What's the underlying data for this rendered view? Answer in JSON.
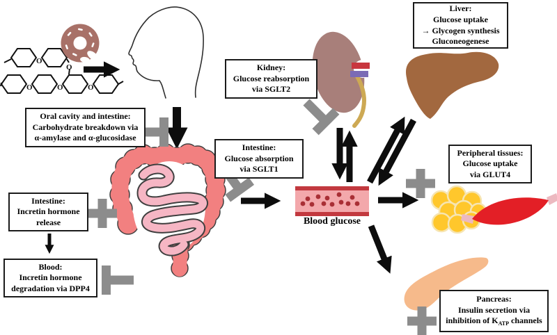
{
  "figure_type": "glucose-metabolism-drug-target-diagram",
  "boxes": {
    "oral": {
      "line1": "Oral cavity and intestine:",
      "line2": "Carbohydrate breakdown via",
      "line3": "α-amylase and α-glucosidase"
    },
    "sglt2": {
      "line1": "Kidney:",
      "line2": "Glucose reabsorption",
      "line3": "via SGLT2"
    },
    "sglt1": {
      "line1": "Intestine:",
      "line2": "Glucose absorption",
      "line3": "via SGLT1"
    },
    "liver": {
      "line1": "Liver:",
      "line2": "Glucose uptake",
      "line3": "→ Glycogen synthesis",
      "line4": "Gluconeogenese"
    },
    "incretin": {
      "line1": "Intestine:",
      "line2": "Incretin hormone",
      "line3": "release"
    },
    "dpp4": {
      "line1": "Blood:",
      "line2": "Incretin hormone",
      "line3": "degradation via DPP4"
    },
    "peripheral": {
      "line1": "Peripheral tissues:",
      "line2": "Glucose uptake",
      "line3": "via GLUT4"
    },
    "pancreas": {
      "line1": "Pancreas:",
      "line2": "Insulin secretion via",
      "line3_pre": "inhibition of K",
      "line3_sub": "ATP",
      "line3_post": " channels"
    }
  },
  "labels": {
    "blood_glucose": "Blood glucose",
    "oxygen_atom": "O"
  },
  "icons": {
    "donut-icon": "bitten donut (ingested carbohydrate)",
    "chemical-structure-icon": "polysaccharide hexagon chain",
    "head-icon": "human head profile outline",
    "intestine-icon": "colon with coiled small intestine",
    "kidney-icon": "kidney with renal vessels and ureter",
    "liver-icon": "liver silhouette",
    "blood-vessel-icon": "vessel with circulating glucose dots",
    "fat-cells-icon": "adipocyte cluster",
    "muscle-icon": "skeletal muscle spindle",
    "pancreas-icon": "pancreas silhouette",
    "inhibition-t-icon": "gray blunt T bar = drug inhibition",
    "stimulation-plus-icon": "gray plus = drug stimulation",
    "arrow-icon": "black flux arrow"
  },
  "colors": {
    "colon": "#f28080",
    "small_intestine": "#f6b6c4",
    "kidney": "#a87f7a",
    "renal_artery": "#c8373f",
    "renal_vein": "#7b6bb5",
    "ureter": "#cda954",
    "liver": "#a2683f",
    "donut": "#a87168",
    "vessel_fill": "#f3a8ab",
    "vessel_wall": "#c2393f",
    "glucose_dot": "#a92f35",
    "fat": "#ffc72c",
    "muscle": "#e31f26",
    "tendon": "#ecb9c0",
    "pancreas": "#f6ba8b",
    "inhibit_gray": "#8c8c8c",
    "arrow_black": "#0d0d0d",
    "box_border": "#1a1a1a"
  }
}
